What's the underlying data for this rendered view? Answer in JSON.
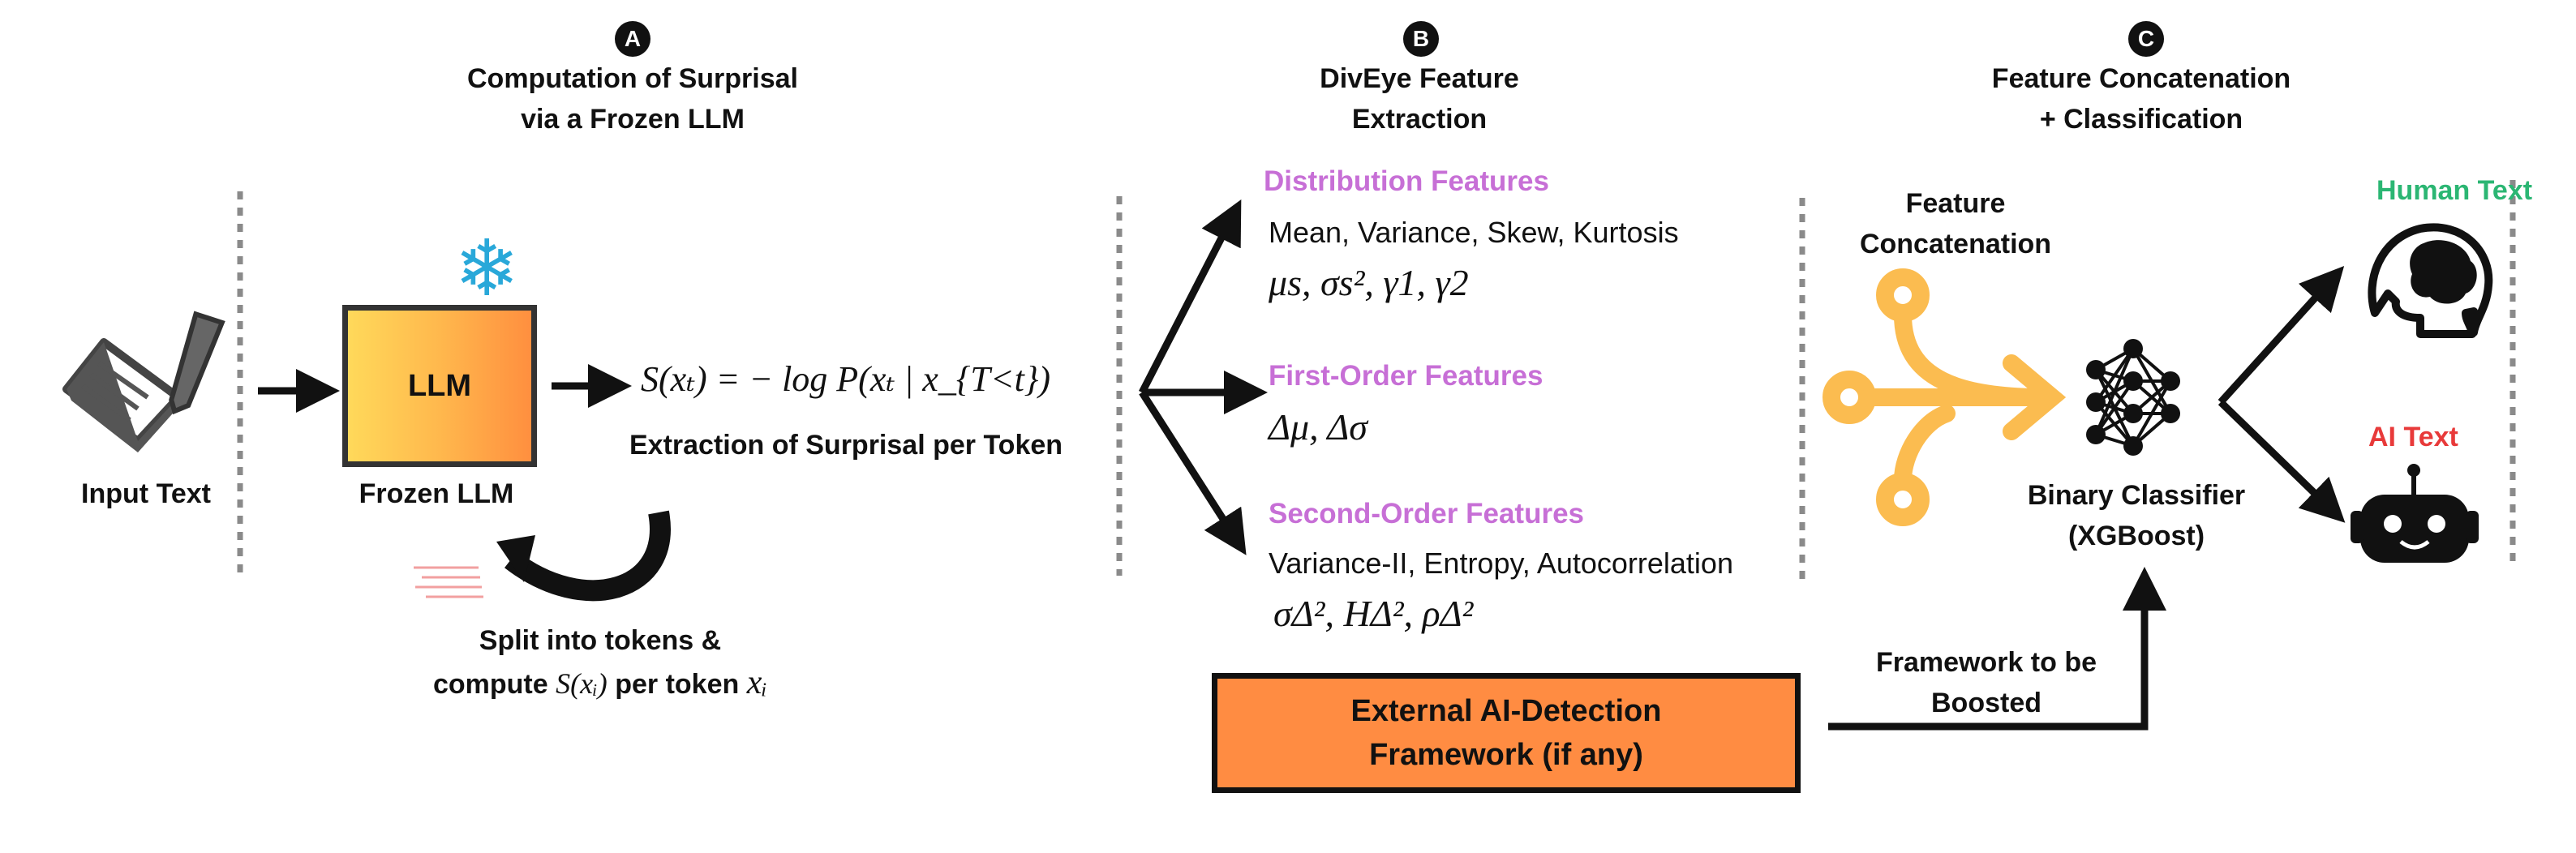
{
  "sections": {
    "a": {
      "badge": "A",
      "title_line1": "Computation of Surprisal",
      "title_line2": "via a Frozen LLM",
      "input_label": "Input Text",
      "llm_label": "LLM",
      "frozen_label": "Frozen LLM",
      "formula": "S(xₜ) = − log P(xₜ | x_{T<t})",
      "extraction_label": "Extraction of Surprisal per Token",
      "split_line1": "Split into tokens &",
      "split_line2_pre": "compute ",
      "split_line2_math1": "S(xᵢ)",
      "split_line2_mid": " per token ",
      "split_line2_math2": "xᵢ"
    },
    "b": {
      "badge": "B",
      "title_line1": "DivEye Feature",
      "title_line2": "Extraction",
      "distribution_title": "Distribution Features",
      "distribution_desc": "Mean, Variance, Skew, Kurtosis",
      "distribution_math": "μs, σs², γ1, γ2",
      "first_order_title": "First-Order Features",
      "first_order_math": "Δμ, Δσ",
      "second_order_title": "Second-Order Features",
      "second_order_desc": "Variance-II, Entropy, Autocorrelation",
      "second_order_math": "σΔ², HΔ², ρΔ²",
      "external_line1": "External AI-Detection",
      "external_line2": "Framework (if any)"
    },
    "c": {
      "badge": "C",
      "title_line1": "Feature Concatenation",
      "title_line2": "+ Classification",
      "concat_line1": "Feature",
      "concat_line2": "Concatenation",
      "classifier_line1": "Binary Classifier",
      "classifier_line2": "(XGBoost)",
      "human_label": "Human Text",
      "ai_label": "AI Text",
      "boost_line1": "Framework to be",
      "boost_line2": "Boosted"
    }
  },
  "colors": {
    "feature_title": "#c76fd6",
    "human": "#2bb673",
    "ai": "#e83a3a",
    "concat_icon": "#fbbc50",
    "external_box": "#ff8c42",
    "snowflake": "#29a8d9"
  },
  "icons": {
    "input": "document-pen-icon",
    "llm_frozen": "snowflake-icon",
    "concat": "merge-arrows-icon",
    "classifier": "neural-network-icon",
    "human": "human-head-brain-icon",
    "ai": "robot-icon"
  }
}
